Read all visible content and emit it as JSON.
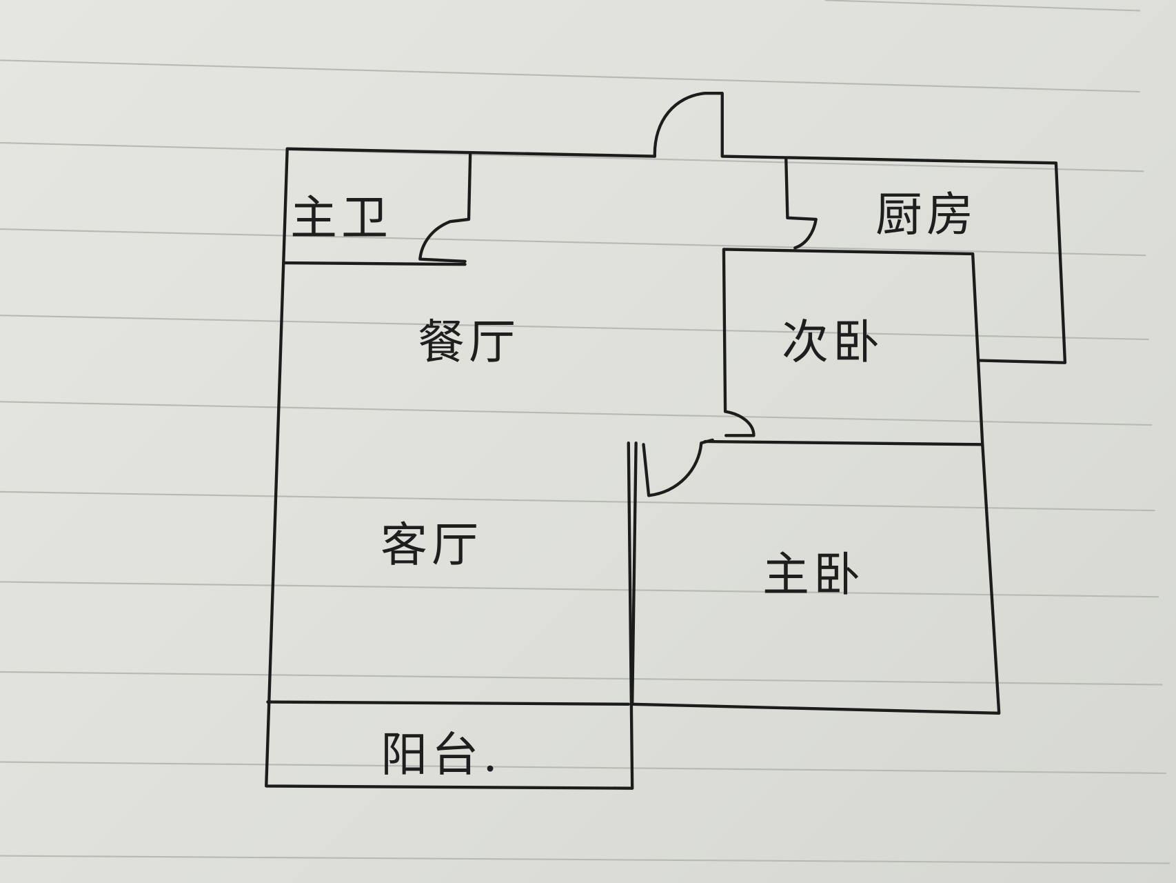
{
  "floor_plan": {
    "rooms": [
      {
        "id": "master-bath",
        "label": "主卫"
      },
      {
        "id": "kitchen",
        "label": "厨房"
      },
      {
        "id": "dining-room",
        "label": "餐厅"
      },
      {
        "id": "second-bedroom",
        "label": "次卧"
      },
      {
        "id": "living-room",
        "label": "客厅"
      },
      {
        "id": "master-bedroom",
        "label": "主卧"
      },
      {
        "id": "balcony",
        "label": "阳台."
      }
    ]
  }
}
